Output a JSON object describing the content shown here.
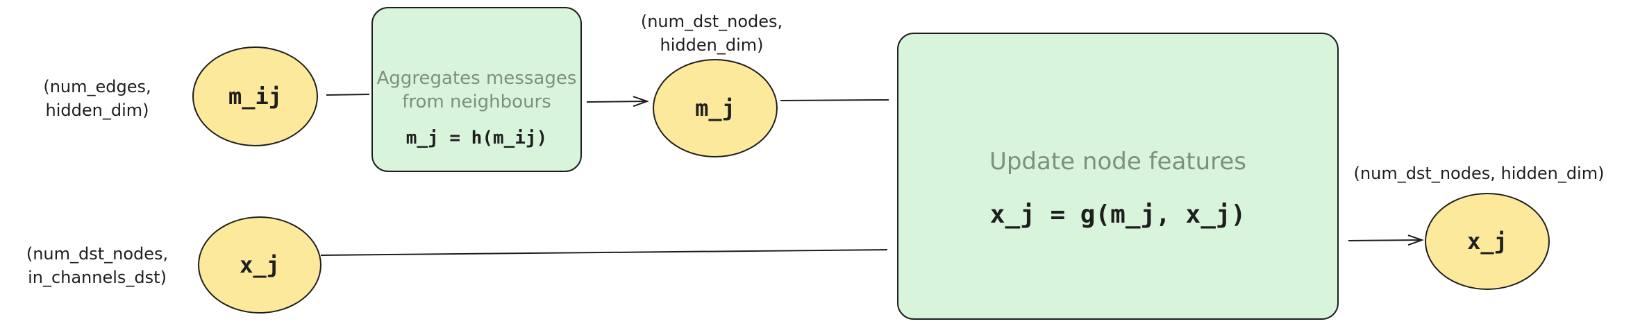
{
  "shape_labels": {
    "edge_msg_shape_line1": "(num_edges,",
    "edge_msg_shape_line2": "hidden_dim)",
    "agg_msg_shape_line1": "(num_dst_nodes,",
    "agg_msg_shape_line2": "hidden_dim)",
    "dst_input_shape_line1": "(num_dst_nodes,",
    "dst_input_shape_line2": "in_channels_dst)",
    "output_shape": "(num_dst_nodes, hidden_dim)"
  },
  "nodes": {
    "edge_messages": "m_ij",
    "aggregated_messages": "m_j",
    "dst_features_in": "x_j",
    "dst_features_out": "x_j"
  },
  "aggregate_box": {
    "title_line1": "Aggregates messages",
    "title_line2": "from neighbours",
    "formula": "m_j = h(m_ij)"
  },
  "update_box": {
    "title": "Update node features",
    "formula": "x_j = g(m_j, x_j)"
  },
  "colors": {
    "node_fill": "#fde99b",
    "box_fill": "#d8f5dc",
    "box_title": "#7d8f7e",
    "stroke": "#1e1e1e"
  }
}
